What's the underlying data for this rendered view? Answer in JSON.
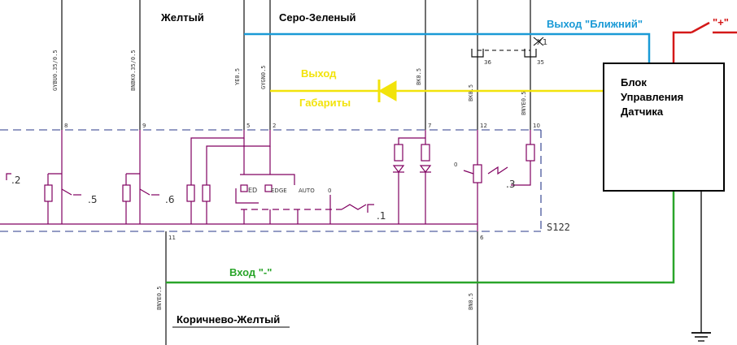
{
  "colors": {
    "blue": "#1a9ad6",
    "yellow": "#f2e30b",
    "green": "#2aa52a",
    "red": "#d41818",
    "component": "#800060",
    "frame": "#283a8a"
  },
  "labels": {
    "yellow_wire": "Желтый",
    "gray_green_wire": "Серо-Зеленый",
    "near_output": "Выход \"Ближний\"",
    "plus": "\"+\"",
    "marker_output_1": "Выход",
    "marker_output_2": "Габариты",
    "sensor_block": [
      "Блок",
      "Управления",
      "Датчика"
    ],
    "minus_input": "Вход \"-\"",
    "brown_yellow_wire": "Коричнево-Желтый",
    "switch_id": "S122",
    "connector_id": "X1"
  },
  "wire_codes": [
    "GYBU0.35/0.5",
    "BNBK0.35/0.5",
    "YE0.5",
    "GYGN0.5",
    "BK0.5",
    "BK0.5",
    "BNYE0.5",
    "BNYE0.5",
    "BN0.5"
  ],
  "pin_numbers": [
    "8",
    "9",
    "5",
    "2",
    "7",
    "12",
    "10",
    "11",
    "6",
    "36",
    "35"
  ],
  "contact_labels": [
    ".2",
    ".5",
    ".6",
    ".1",
    ".3"
  ],
  "mode_labels": [
    "ED",
    "EDGE",
    "AUTO",
    "0",
    "0"
  ]
}
